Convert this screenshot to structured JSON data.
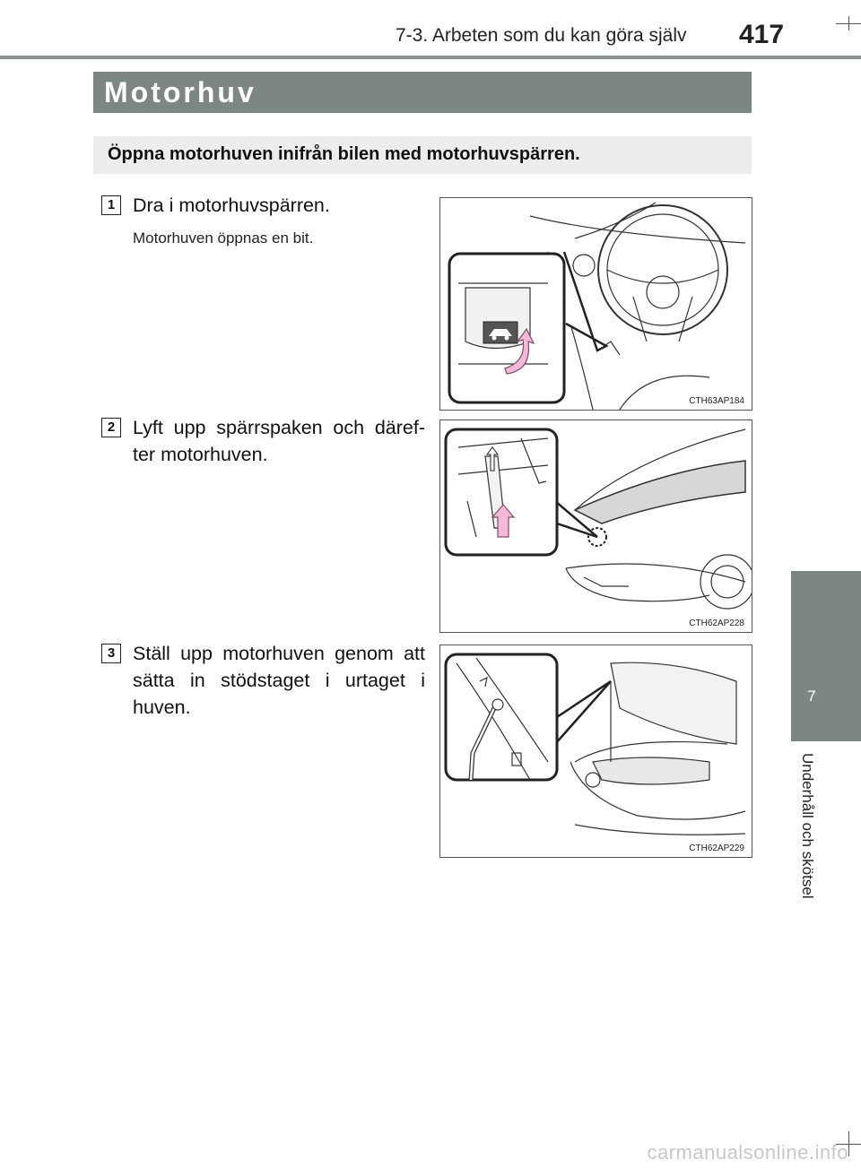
{
  "header": {
    "section": "7-3. Arbeten som du kan göra själv",
    "page_number": "417"
  },
  "title": "Motorhuv",
  "intro": "Öppna motorhuven inifrån bilen med motorhuvspärren.",
  "steps": [
    {
      "number": "1",
      "text": "Dra i motorhuvspärren.",
      "subtext": "Motorhuven öppnas en bit.",
      "figure_code": "CTH63AP184"
    },
    {
      "number": "2",
      "text": "Lyft upp spärrspaken och däref-ter motorhuven.",
      "figure_code": "CTH62AP228"
    },
    {
      "number": "3",
      "text": "Ställ upp motorhuven genom att sätta in stödstaget i urtaget i huven.",
      "figure_code": "CTH62AP229"
    }
  ],
  "side_tab": {
    "chapter_number": "7",
    "chapter_title": "Underhåll och skötsel"
  },
  "watermark": "carmanualsonline.info",
  "colors": {
    "title_bar": "#7c8683",
    "intro_box": "#eceeed",
    "arrow": "#f5b8d8",
    "hood_fill": "#d6d8d8"
  }
}
